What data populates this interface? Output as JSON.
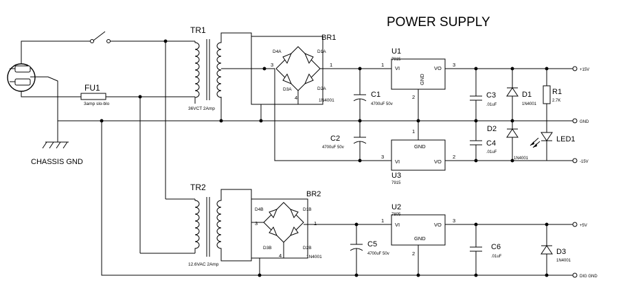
{
  "title": "POWER SUPPLY",
  "chassis_gnd": "CHASSIS GND",
  "fuse": {
    "ref": "FU1",
    "value": "3amp slo-blo"
  },
  "transformers": [
    {
      "ref": "TR1",
      "rating": "36VCT 2Amp"
    },
    {
      "ref": "TR2",
      "rating": "12.6VAC 2Amp"
    }
  ],
  "bridges": [
    {
      "ref": "BR1",
      "diodes": [
        "D4A",
        "D1A",
        "D3A",
        "D2A"
      ],
      "part": "1N4001",
      "pins": [
        "3",
        "1",
        "4"
      ]
    },
    {
      "ref": "BR2",
      "diodes": [
        "D4B",
        "D1B",
        "D3B",
        "D2B"
      ],
      "part": "1N4001",
      "pins": [
        "3",
        "1",
        "4"
      ]
    }
  ],
  "regulators": [
    {
      "ref": "U1",
      "part": "7815",
      "vi": "VI",
      "vo": "VO",
      "gnd": "GND",
      "pin_in": "1",
      "pin_gnd": "2",
      "pin_out": "3"
    },
    {
      "ref": "U3",
      "part": "7915",
      "vi": "VI",
      "vo": "VO",
      "gnd": "GND",
      "pin_in": "3",
      "pin_gnd": "1",
      "pin_out": "2"
    },
    {
      "ref": "U2",
      "part": "7805",
      "vi": "VI",
      "vo": "VO",
      "gnd": "GND",
      "pin_in": "1",
      "pin_gnd": "2",
      "pin_out": "3"
    }
  ],
  "capacitors": [
    {
      "ref": "C1",
      "value": "4700uF 50v"
    },
    {
      "ref": "C2",
      "value": "4700uF 50v"
    },
    {
      "ref": "C3",
      "value": ".01uF"
    },
    {
      "ref": "C4",
      "value": ".01uF"
    },
    {
      "ref": "C5",
      "value": "4700uF 50v"
    },
    {
      "ref": "C6",
      "value": ".01uF"
    }
  ],
  "diodes": [
    {
      "ref": "D1",
      "part": "1N4001"
    },
    {
      "ref": "D2",
      "part": "1N4001"
    },
    {
      "ref": "D3",
      "part": "1N4001"
    }
  ],
  "resistor": {
    "ref": "R1",
    "value": "2.7K"
  },
  "led": {
    "ref": "LED1"
  },
  "outputs": [
    "+15V",
    "GND",
    "-15V",
    "+5V",
    "DIG GND"
  ]
}
